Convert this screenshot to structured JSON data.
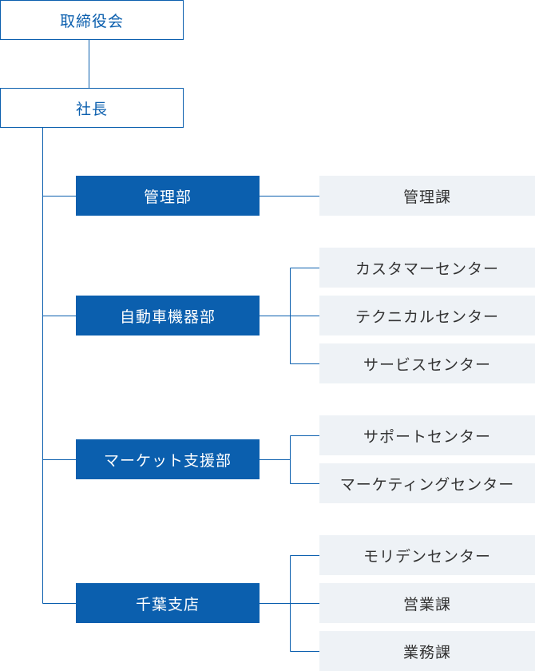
{
  "board": "取締役会",
  "president": "社長",
  "departments": [
    {
      "name": "管理部",
      "units": [
        "管理課"
      ]
    },
    {
      "name": "自動車機器部",
      "units": [
        "カスタマーセンター",
        "テクニカルセンター",
        "サービスセンター"
      ]
    },
    {
      "name": "マーケット支援部",
      "units": [
        "サポートセンター",
        "マーケティングセンター"
      ]
    },
    {
      "name": "千葉支店",
      "units": [
        "モリデンセンター",
        "営業課",
        "業務課"
      ]
    }
  ],
  "colors": {
    "accent": "#0b5fae",
    "unit_bg": "#eef2f6",
    "unit_text": "#333333"
  }
}
